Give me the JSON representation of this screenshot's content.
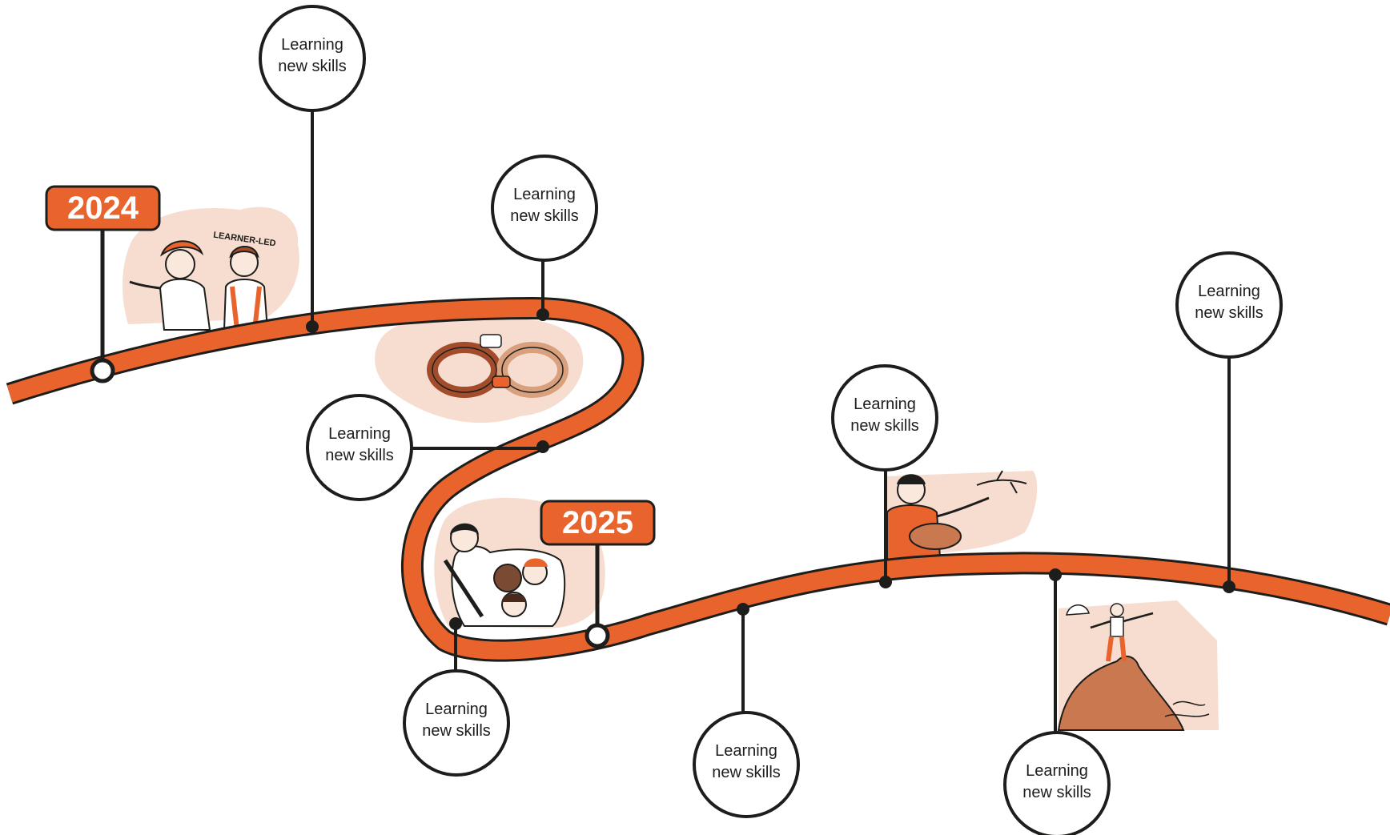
{
  "years": [
    "2024",
    "2025"
  ],
  "milestones": [
    "Learning new skills",
    "Learning new skills",
    "Learning new skills",
    "Learning new skills",
    "Learning new skills",
    "Learning new skills",
    "Learning new skills",
    "Learning new skills"
  ],
  "illustrations": [
    {
      "name": "illustration-learner-led",
      "caption": "LEARNER-LED"
    },
    {
      "name": "illustration-linked-arms"
    },
    {
      "name": "illustration-group-selfie"
    },
    {
      "name": "illustration-person-with-basket"
    },
    {
      "name": "illustration-person-on-cliff"
    }
  ],
  "colors": {
    "accent": "#e8642c",
    "outline": "#1d1d1b",
    "wash": "#f6ddd0",
    "node": "#ffffff"
  }
}
